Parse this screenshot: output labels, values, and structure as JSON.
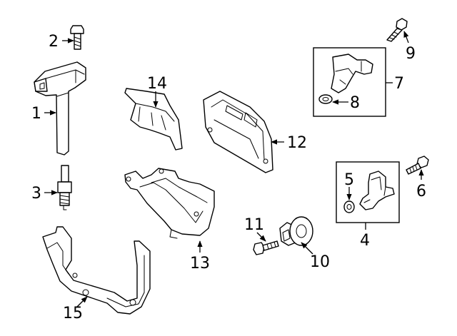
{
  "callouts": {
    "c1": "1",
    "c2": "2",
    "c3": "3",
    "c4": "4",
    "c5": "5",
    "c6": "6",
    "c7": "7",
    "c8": "8",
    "c9": "9",
    "c10": "10",
    "c11": "11",
    "c12": "12",
    "c13": "13",
    "c14": "14",
    "c15": "15"
  },
  "parts": [
    {
      "name": "ignition-coil",
      "callout": "1"
    },
    {
      "name": "coil-bolt",
      "callout": "2"
    },
    {
      "name": "spark-plug",
      "callout": "3"
    },
    {
      "name": "crank-position-sensor",
      "callout": "4"
    },
    {
      "name": "crank-sensor-o-ring",
      "callout": "5"
    },
    {
      "name": "crank-sensor-bolt",
      "callout": "6"
    },
    {
      "name": "camshaft-position-sensor",
      "callout": "7"
    },
    {
      "name": "cam-sensor-o-ring",
      "callout": "8"
    },
    {
      "name": "cam-sensor-bolt",
      "callout": "9"
    },
    {
      "name": "knock-sensor",
      "callout": "10"
    },
    {
      "name": "knock-sensor-bolt",
      "callout": "11"
    },
    {
      "name": "engine-control-module",
      "callout": "12"
    },
    {
      "name": "ecm-bracket",
      "callout": "13"
    },
    {
      "name": "ecm-cover-bracket",
      "callout": "14"
    },
    {
      "name": "harness-bracket",
      "callout": "15"
    }
  ],
  "colors": {
    "line": "#000000",
    "background": "#ffffff"
  }
}
